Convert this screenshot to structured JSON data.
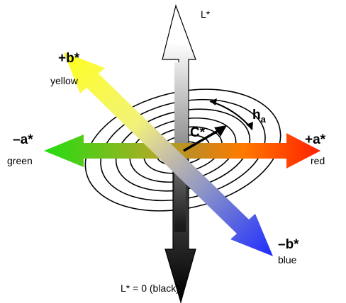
{
  "axes": {
    "L_top": "L*",
    "L_bottom": "L* = 0  (black)",
    "pos_a": "+a*",
    "pos_a_color": "red",
    "neg_a": "–a*",
    "neg_a_color": "green",
    "pos_b": "+b*",
    "pos_b_color": "yellow",
    "neg_b": "–b*",
    "neg_b_color": "blue"
  },
  "annotations": {
    "chroma": "C*",
    "hue_main": "h",
    "hue_sub": "a"
  },
  "colors": {
    "red": "#ff2a00",
    "green": "#33cc22",
    "yellow": "#ffff33",
    "blue": "#2a36ff",
    "black": "#000000"
  }
}
